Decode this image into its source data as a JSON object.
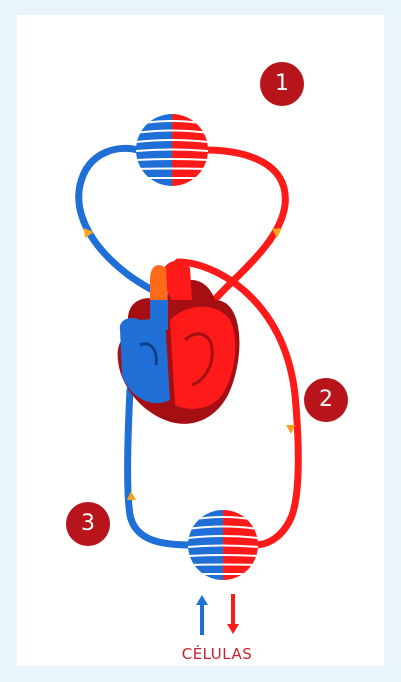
{
  "labels": {
    "cells": "CÉLULAS"
  },
  "steps": [
    {
      "number": "1"
    },
    {
      "number": "2"
    },
    {
      "number": "3"
    }
  ],
  "colors": {
    "background": "#eaf4fb",
    "panel": "#ffffff",
    "arterial": "#ff1a1a",
    "venous": "#1f6fd6",
    "badge": "#b8141b",
    "arrow": "#f6a21a",
    "heart_dark": "#a50f14"
  },
  "icons": [
    "lung-capillaries-icon",
    "heart-icon",
    "tissue-capillaries-icon",
    "up-arrow-icon",
    "down-arrow-icon"
  ]
}
